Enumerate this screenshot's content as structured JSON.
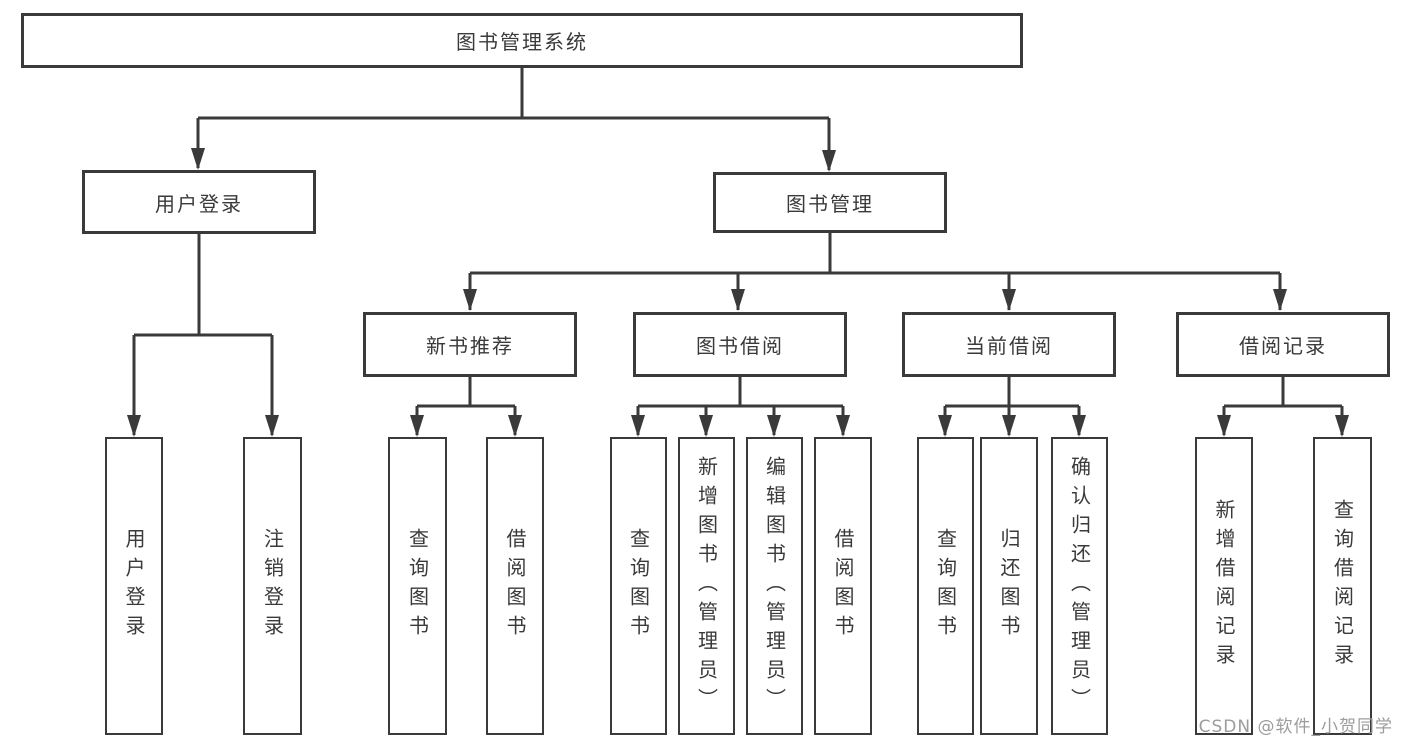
{
  "diagram": {
    "type": "function-structure-tree",
    "root": "图书管理系统",
    "branches": [
      {
        "label": "用户登录",
        "children": [
          "用户登录",
          "注销登录"
        ]
      },
      {
        "label": "图书管理",
        "groups": [
          {
            "label": "新书推荐",
            "children": [
              "查询图书",
              "借阅图书"
            ]
          },
          {
            "label": "图书借阅",
            "children": [
              "查询图书",
              "新增图书（管理员）",
              "编辑图书（管理员）",
              "借阅图书"
            ]
          },
          {
            "label": "当前借阅",
            "children": [
              "查询图书",
              "归还图书",
              "确认归还（管理员）"
            ]
          },
          {
            "label": "借阅记录",
            "children": [
              "新增借阅记录",
              "查询借阅记录"
            ]
          }
        ]
      }
    ],
    "colors": {
      "line": "#3a3a3a",
      "box_border": "#3a3a3a",
      "box_fill": "#ffffff",
      "text": "#3a3a3a",
      "watermark": "#9c9c9c"
    }
  },
  "watermark": {
    "text": "CSDN @软件_小贺同学"
  }
}
